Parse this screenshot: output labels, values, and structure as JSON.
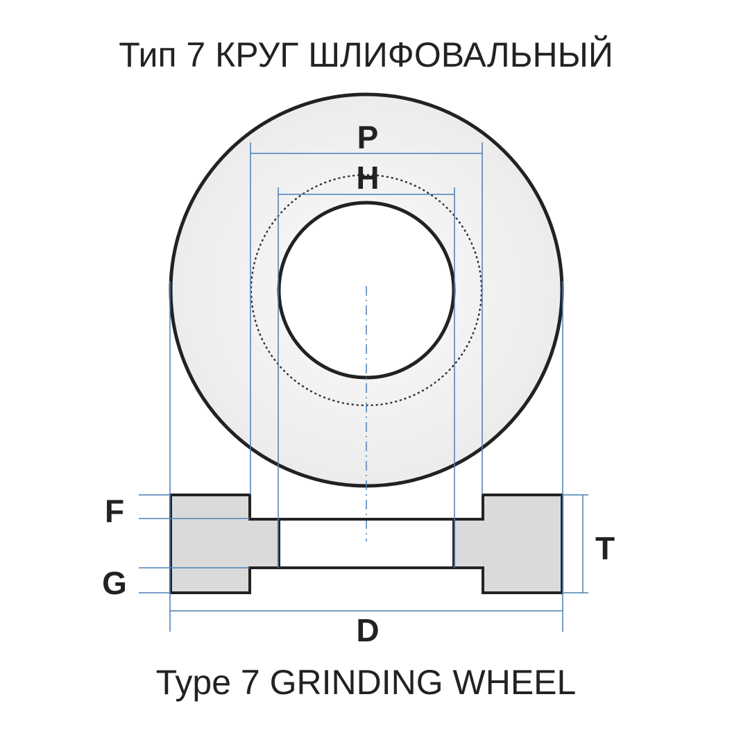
{
  "title_ru": "Тип 7  КРУГ ШЛИФОВАЛЬНЫЙ",
  "title_en": "Type 7  GRINDING WHEEL",
  "labels": {
    "P": "P",
    "H": "H",
    "F": "F",
    "G": "G",
    "T": "T",
    "D": "D"
  },
  "colors": {
    "outline": "#222222",
    "dimension": "#4a7fb5",
    "section_fill": "#dadada",
    "face_fill": "#f0f0f0"
  }
}
